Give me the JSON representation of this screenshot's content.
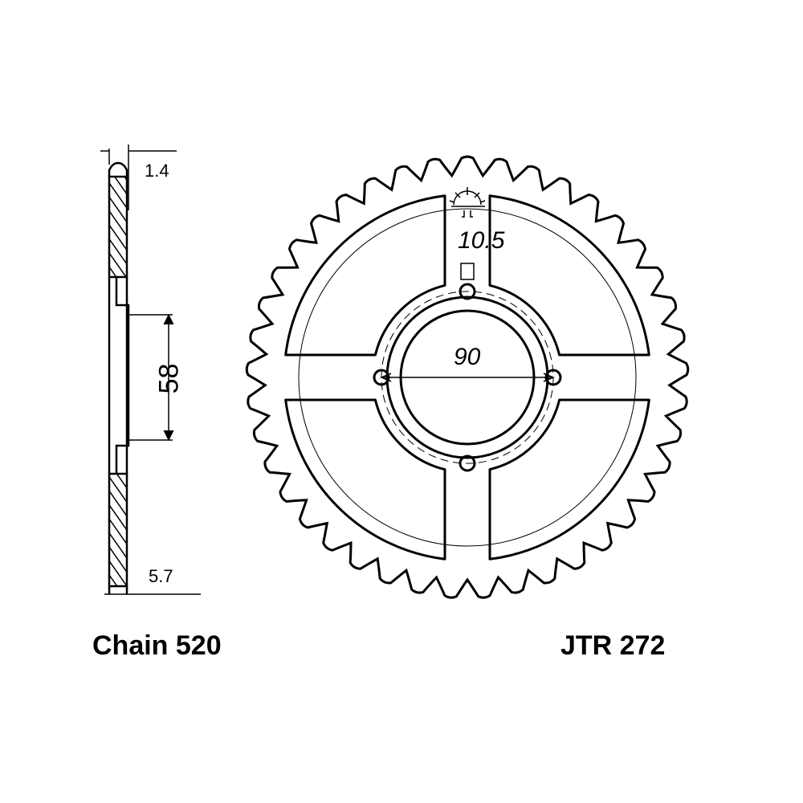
{
  "side_view": {
    "thickness_top": "1.4",
    "thickness_bottom": "5.7",
    "hub_diameter": "58"
  },
  "sprocket": {
    "bolt_hole_diameter": "10.5",
    "pitch_circle_diameter": "90",
    "teeth_count": 41,
    "logo_text": "JT"
  },
  "footer": {
    "chain_label": "Chain 520",
    "part_number": "JTR 272"
  },
  "colors": {
    "line": "#000000",
    "background": "#ffffff"
  }
}
